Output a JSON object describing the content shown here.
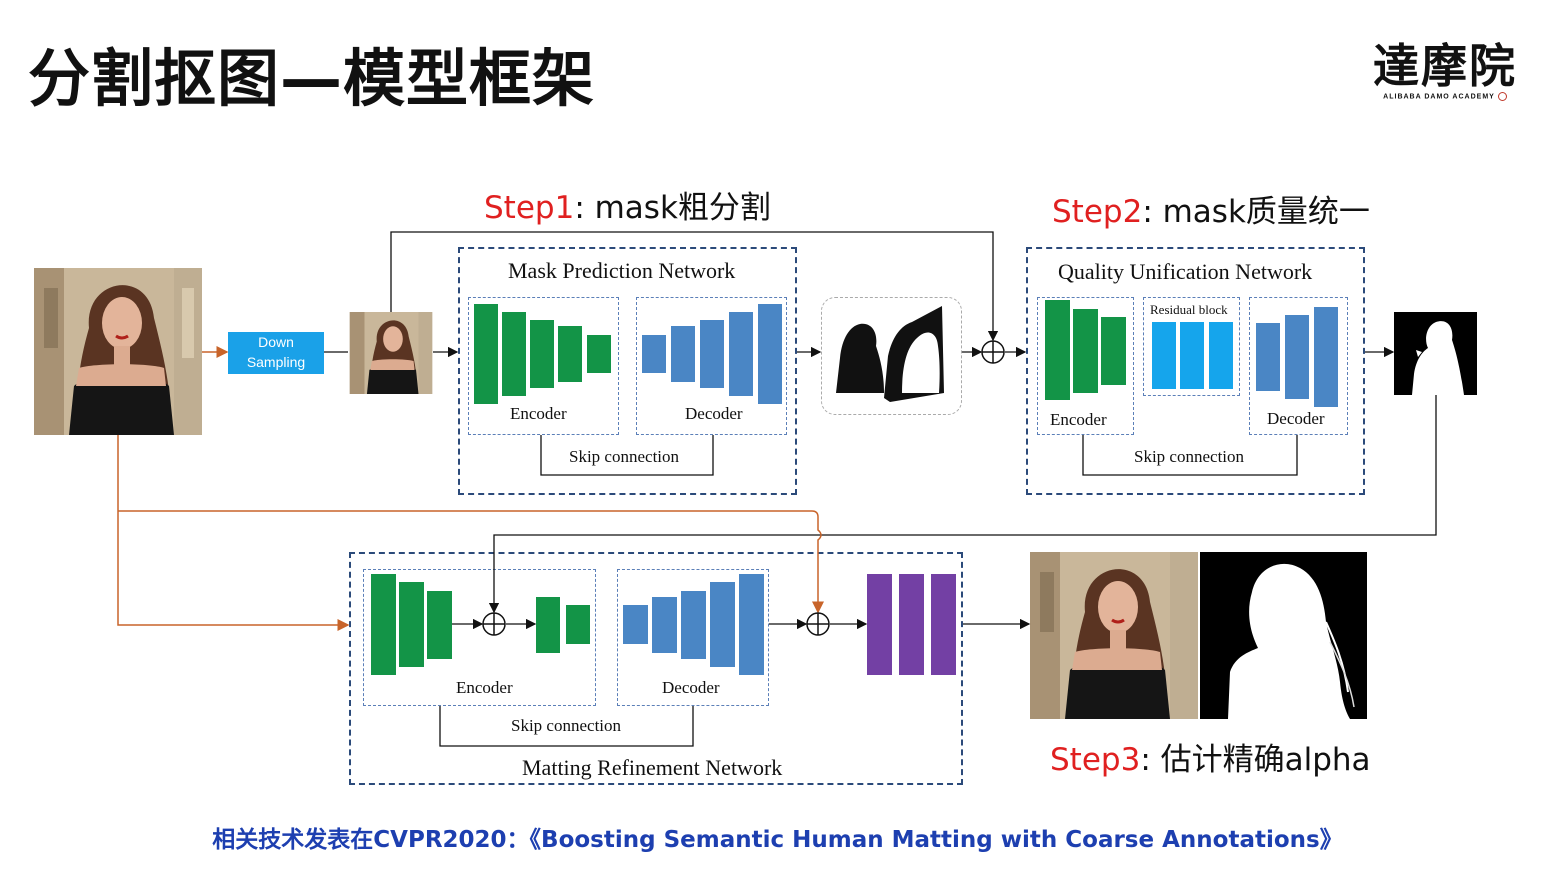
{
  "slide": {
    "title": "分割抠图—模型框架"
  },
  "logo": {
    "main": "達摩院",
    "sub": "ALIBABA DAMO ACADEMY"
  },
  "steps": {
    "step1": {
      "word": "Step1",
      "rest": ": mask粗分割"
    },
    "step2": {
      "word": "Step2",
      "rest": ": mask质量统一"
    },
    "step3": {
      "word": "Step3",
      "rest": ": 估计精确alpha"
    }
  },
  "down_sampling": {
    "line1": "Down",
    "line2": "Sampling"
  },
  "mpn": {
    "title": "Mask Prediction Network",
    "encoder": "Encoder",
    "decoder": "Decoder",
    "skip": "Skip connection"
  },
  "qun": {
    "title": "Quality Unification Network",
    "encoder": "Encoder",
    "residual": "Residual block",
    "decoder": "Decoder",
    "skip": "Skip connection"
  },
  "mrn": {
    "title": "Matting Refinement Network",
    "encoder": "Encoder",
    "decoder": "Decoder",
    "skip": "Skip connection"
  },
  "footer": {
    "text": "相关技术发表在CVPR2020：《Boosting Semantic Human Matting with Coarse Annotations》"
  },
  "colors": {
    "step_red": "#e02020",
    "encoder_green": "#139447",
    "decoder_blue": "#4a86c5",
    "residual_cyan": "#15a5ec",
    "refine_purple": "#7340a4",
    "dashed_border": "#2b4a7a",
    "orange_line": "#c8642a",
    "footer_blue": "#1d3fb0",
    "downsample_blue": "#1aa1e8"
  },
  "icons": [
    "plus-circle-icon",
    "arrow-icon"
  ]
}
